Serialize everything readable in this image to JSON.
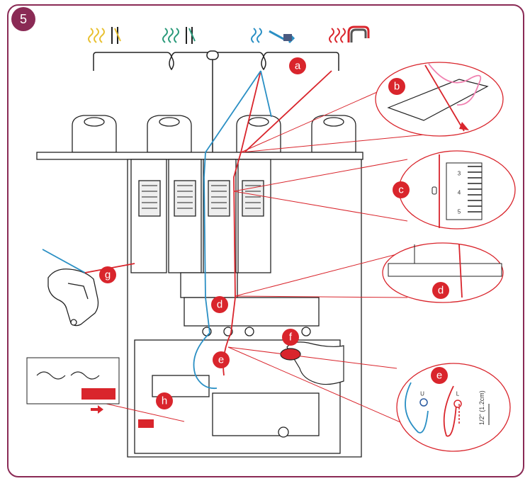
{
  "step_number": "5",
  "callouts": {
    "a": "a",
    "b": "b",
    "c": "c",
    "d1": "d",
    "d2": "d",
    "e1": "e",
    "e2": "e",
    "f": "f",
    "g": "g",
    "h": "h"
  },
  "dial_numbers": [
    "3",
    "4",
    "5"
  ],
  "needle_marks": {
    "upper": "U",
    "lower": "L"
  },
  "measurement": "1/2\" (1.2cm)",
  "colors": {
    "frame": "#8a2a55",
    "callout": "#d9252c",
    "thread_red": "#d9252c",
    "thread_blue": "#2a8fc4",
    "thread_pink": "#f080b0",
    "line": "#222222"
  },
  "icons": [
    "thread-chart-yellow-icon",
    "thread-chart-green-icon",
    "thread-chart-blue-icon",
    "thread-chart-red-icon"
  ]
}
